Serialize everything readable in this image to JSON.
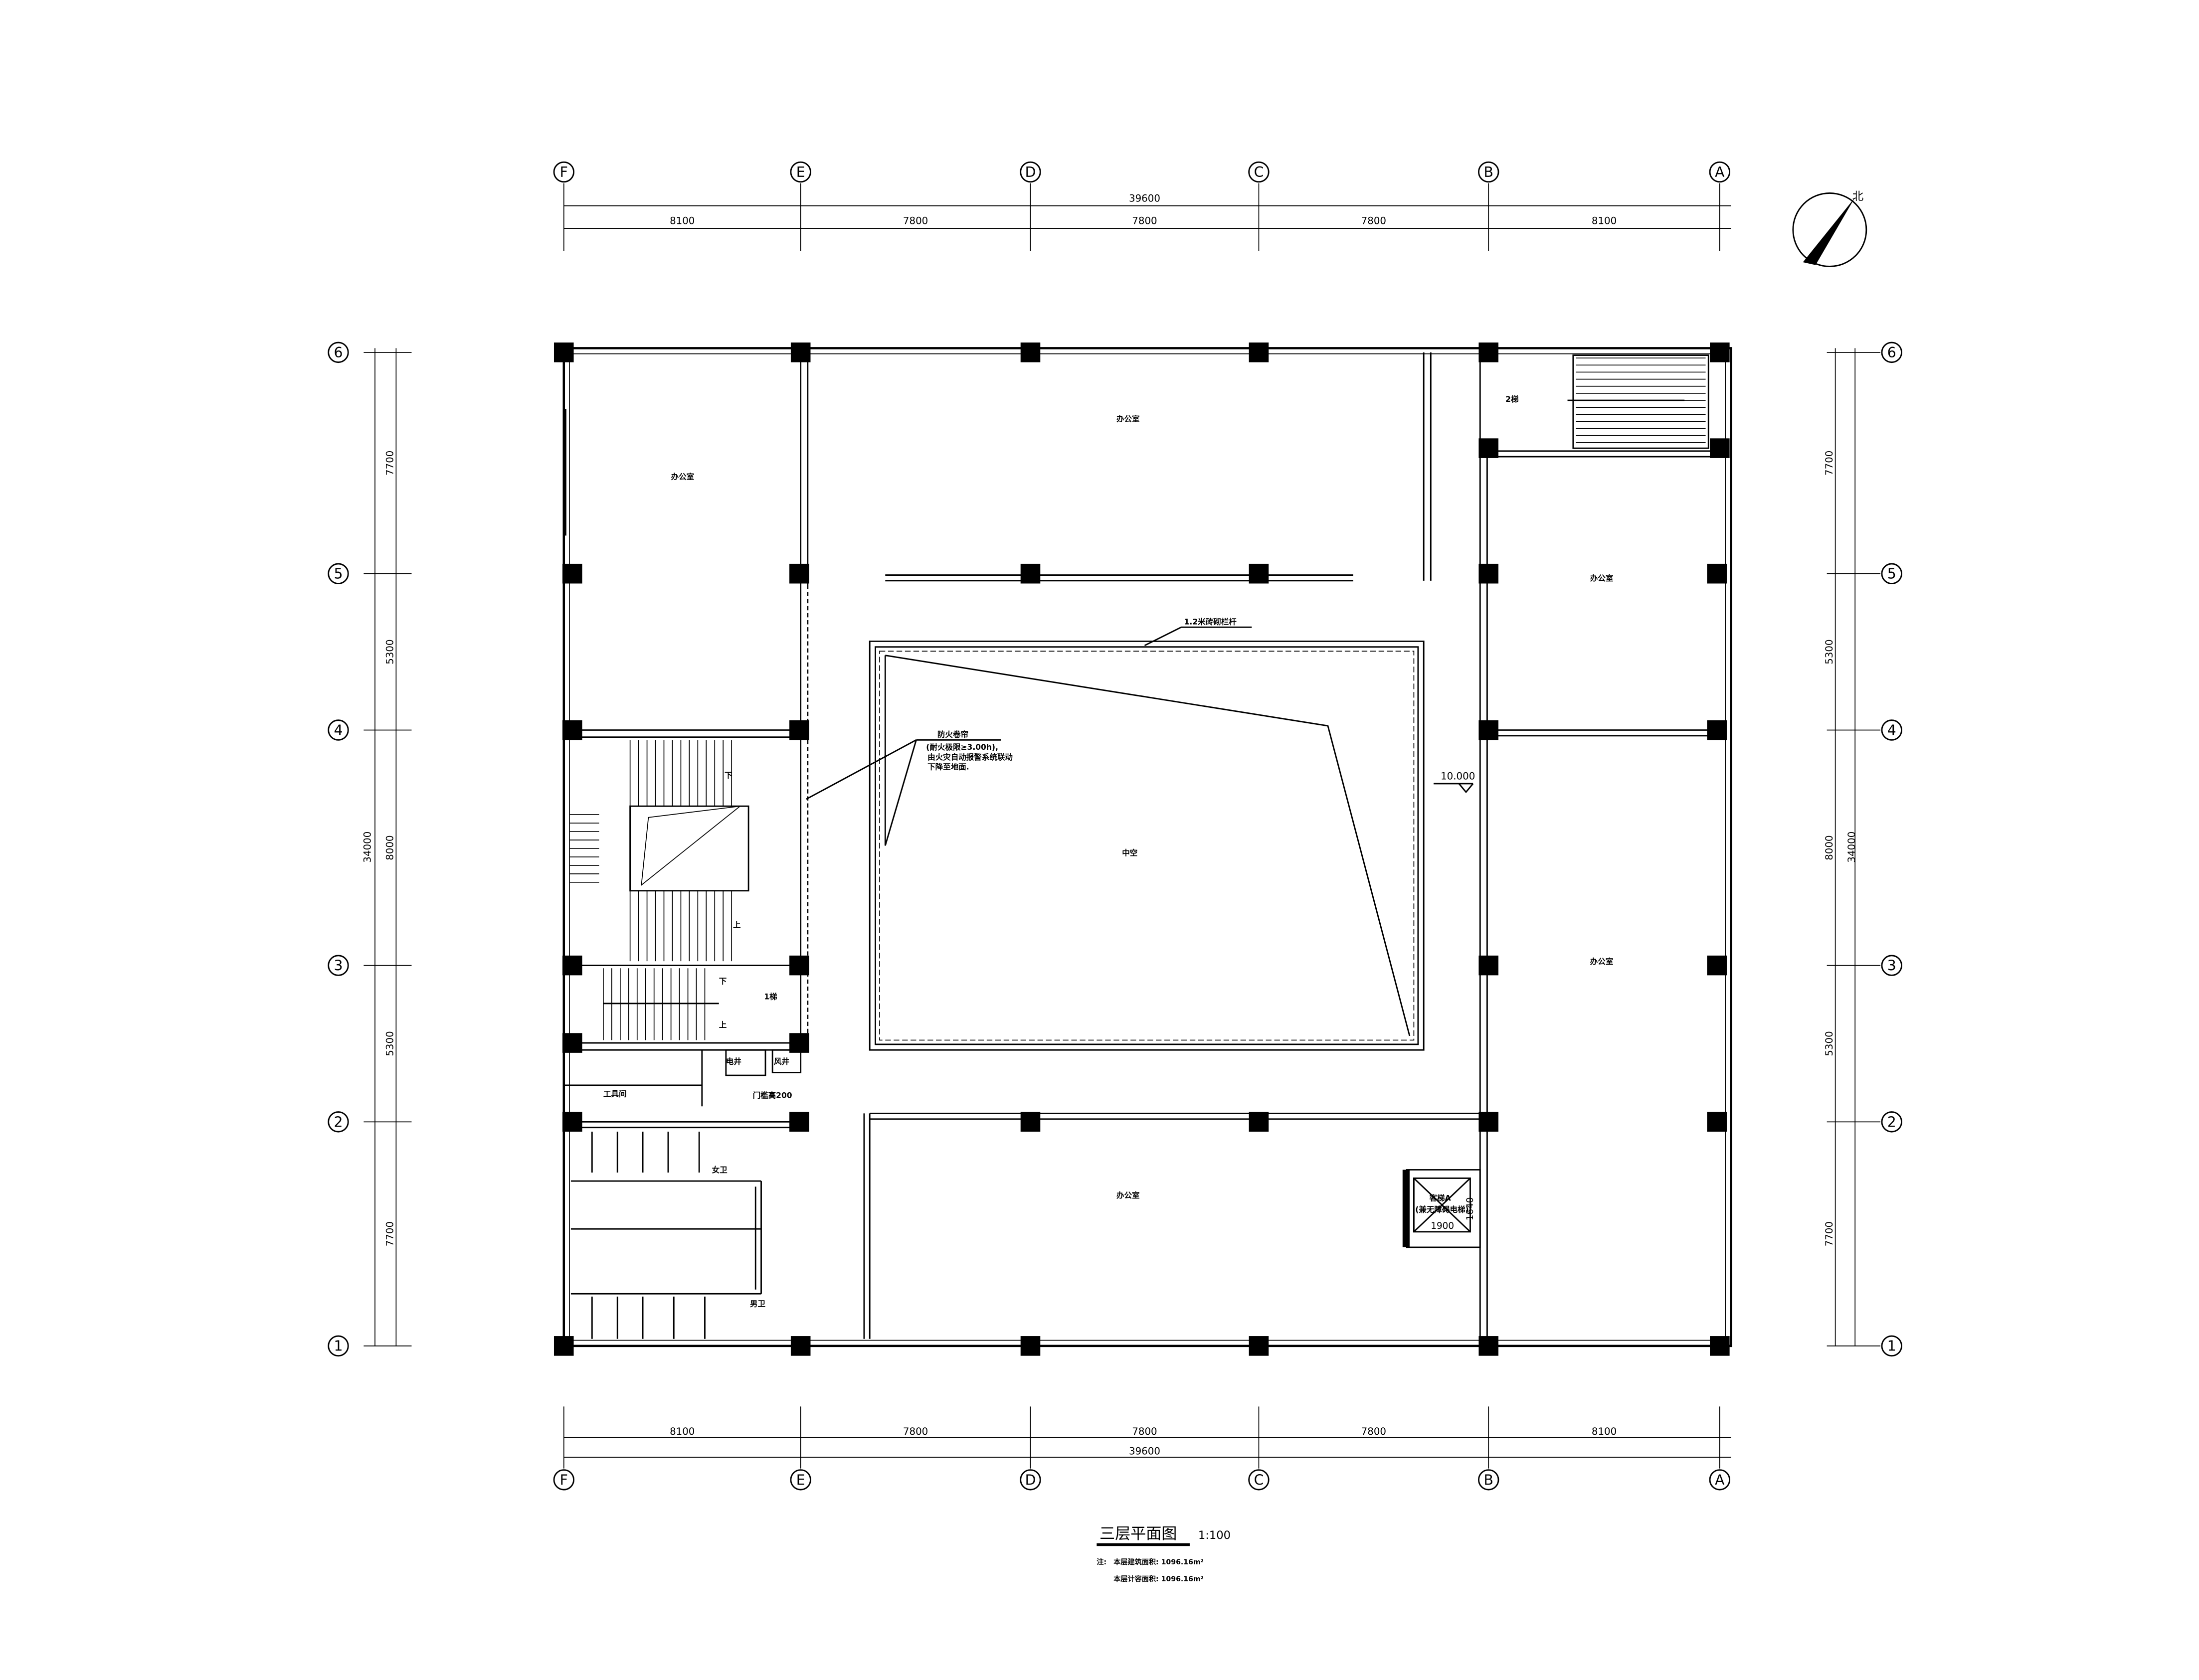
{
  "drawing": {
    "title": "三层平面图",
    "scale": "1:100",
    "note_prefix": "注:",
    "area_building": "本层建筑面积: 1096.16m²",
    "area_counted": "本层计容面积: 1096.16m²",
    "north_label": "北"
  },
  "axes": {
    "columns": [
      "F",
      "E",
      "D",
      "C",
      "B",
      "A"
    ],
    "rows": [
      "6",
      "5",
      "4",
      "3",
      "2",
      "1"
    ]
  },
  "dimensions": {
    "horizontal_total": "39600",
    "horizontal_segments": [
      "8100",
      "7800",
      "7800",
      "7800",
      "8100"
    ],
    "vertical_total": "34000",
    "vertical_segments": [
      "7700",
      "5300",
      "8000",
      "5300",
      "7700"
    ]
  },
  "rooms": {
    "office_nw": "办公室",
    "office_n": "办公室",
    "office_ne": "办公室",
    "office_e": "办公室",
    "office_s": "办公室",
    "atrium": "中空",
    "stair_2": "2梯",
    "stair_1": "1梯",
    "elec_shaft": "电井",
    "air_shaft": "风井",
    "threshold": "门槛高200",
    "tool_room": "工具间",
    "womens_wc": "女卫",
    "mens_wc": "男卫",
    "stair_down": "下",
    "stair_up": "上",
    "stair_down_2": "下",
    "stair_up_2": "上"
  },
  "annotations": {
    "railing": "1.2米砖砌栏杆",
    "fire_shutter_title": "防火卷帘",
    "fire_shutter_line1": "(耐火极限≥3.00h),",
    "fire_shutter_line2": "由火灾自动报警系统联动",
    "fire_shutter_line3": "下降至地面.",
    "elevation": "10.000",
    "elevator_name": "客梯A",
    "elevator_note": "(兼无障碍电梯)",
    "elevator_width": "1900",
    "elevator_depth": "1640"
  }
}
